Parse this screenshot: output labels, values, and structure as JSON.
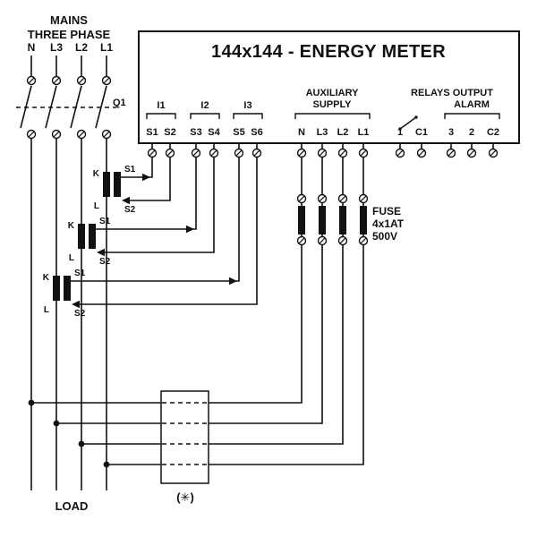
{
  "colors": {
    "ink": "#111111",
    "background": "#ffffff"
  },
  "meter": {
    "title": "144x144 - ENERGY METER",
    "current_inputs": {
      "i1": "I1",
      "i2": "I2",
      "i3": "I3"
    },
    "aux_supply": {
      "line1": "AUXILIARY",
      "line2": "SUPPLY"
    },
    "relays": {
      "line1": "RELAYS OUTPUT",
      "line2": "ALARM"
    },
    "terminals": {
      "ct": [
        "S1",
        "S2",
        "S3",
        "S4",
        "S5",
        "S6"
      ],
      "aux": [
        "N",
        "L3",
        "L2",
        "L1"
      ],
      "relay": [
        "1",
        "C1",
        "3",
        "2",
        "C2"
      ]
    }
  },
  "mains": {
    "line1": "MAINS",
    "line2": "THREE PHASE",
    "phases": [
      "N",
      "L3",
      "L2",
      "L1"
    ],
    "breaker": "Q1"
  },
  "ct": {
    "k": "K",
    "l": "L",
    "s1": "S1",
    "s2": "S2"
  },
  "fuse": {
    "line1": "FUSE",
    "line2": "4x1AT",
    "line3": "500V"
  },
  "note": "(✳)",
  "load": "LOAD"
}
